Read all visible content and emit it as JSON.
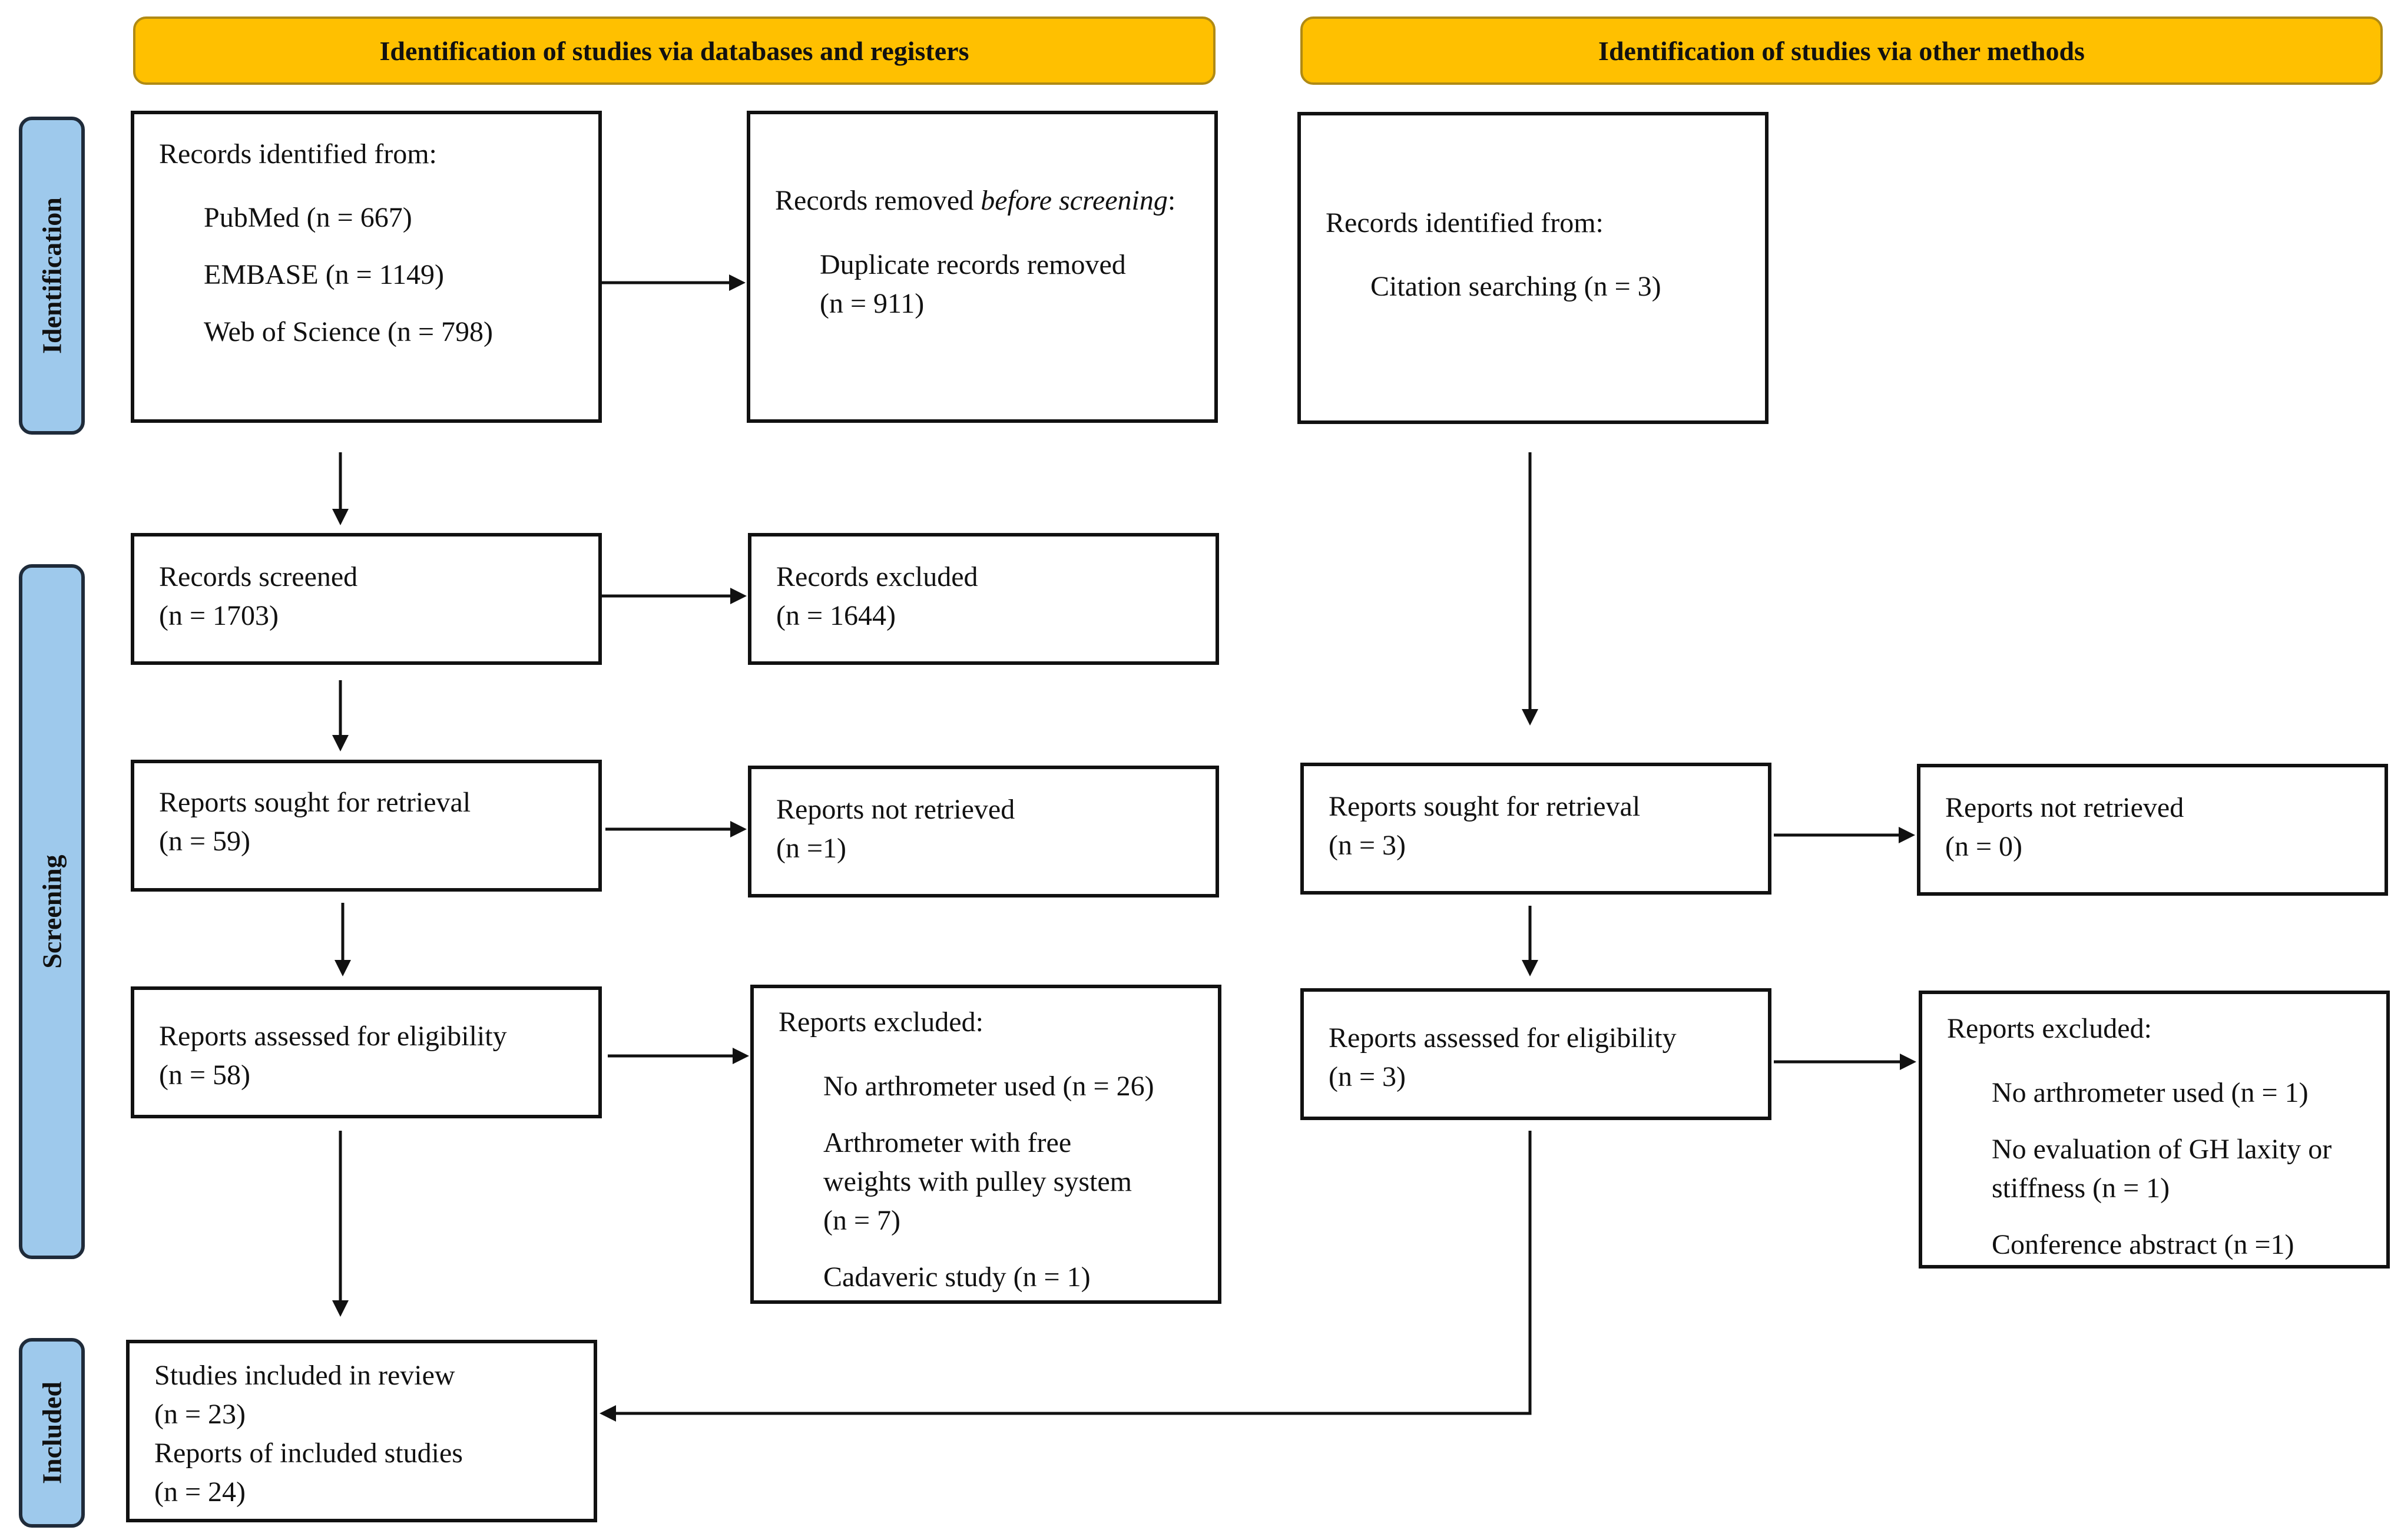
{
  "headers": {
    "databases": "Identification of studies via databases and registers",
    "other": "Identification of studies via other methods"
  },
  "phases": {
    "identification": "Identification",
    "screening": "Screening",
    "included": "Included"
  },
  "databases": {
    "records_identified": {
      "title": "Records identified from:",
      "pubmed": "PubMed (n = 667)",
      "embase": "EMBASE (n = 1149)",
      "wos": "Web of Science (n = 798)"
    },
    "records_removed": {
      "title_prefix": "Records removed ",
      "title_italic": "before screening",
      "title_suffix": ":",
      "line1": "Duplicate records removed",
      "line2": "(n = 911)"
    },
    "records_screened": {
      "title": "Records screened",
      "count": "(n = 1703)"
    },
    "records_excluded": {
      "title": "Records excluded",
      "count": "(n = 1644)"
    },
    "reports_sought": {
      "title": "Reports sought for retrieval",
      "count": "(n = 59)"
    },
    "reports_not_retrieved": {
      "title": "Reports not retrieved",
      "count": "(n =1)"
    },
    "reports_assessed": {
      "title": "Reports assessed for eligibility",
      "count": "(n = 58)"
    },
    "reports_excluded": {
      "title": "Reports excluded:",
      "reason1": "No arthrometer used (n = 26)",
      "reason2_line1": "Arthrometer with free",
      "reason2_line2": "weights with pulley system",
      "reason2_line3": "(n = 7)",
      "reason3": "Cadaveric study (n = 1)"
    },
    "included": {
      "studies_title": "Studies included in review",
      "studies_count": "(n = 23)",
      "reports_title": "Reports of included studies",
      "reports_count": "(n = 24)"
    }
  },
  "other": {
    "records_identified": {
      "title": "Records identified from:",
      "citation": "Citation searching (n = 3)"
    },
    "reports_sought": {
      "title": "Reports sought for retrieval",
      "count": "(n = 3)"
    },
    "reports_not_retrieved": {
      "title": "Reports not retrieved",
      "count": "(n = 0)"
    },
    "reports_assessed": {
      "title": "Reports assessed for eligibility",
      "count": "(n = 3)"
    },
    "reports_excluded": {
      "title": "Reports excluded:",
      "reason1": "No arthrometer used (n = 1)",
      "reason2_line1": "No evaluation of GH laxity or",
      "reason2_line2": "stiffness (n = 1)",
      "reason3": "Conference abstract (n =1)"
    }
  },
  "colors": {
    "header_fill": "#ffc000",
    "phase_fill": "#9ec9ec",
    "line": "#111111"
  }
}
